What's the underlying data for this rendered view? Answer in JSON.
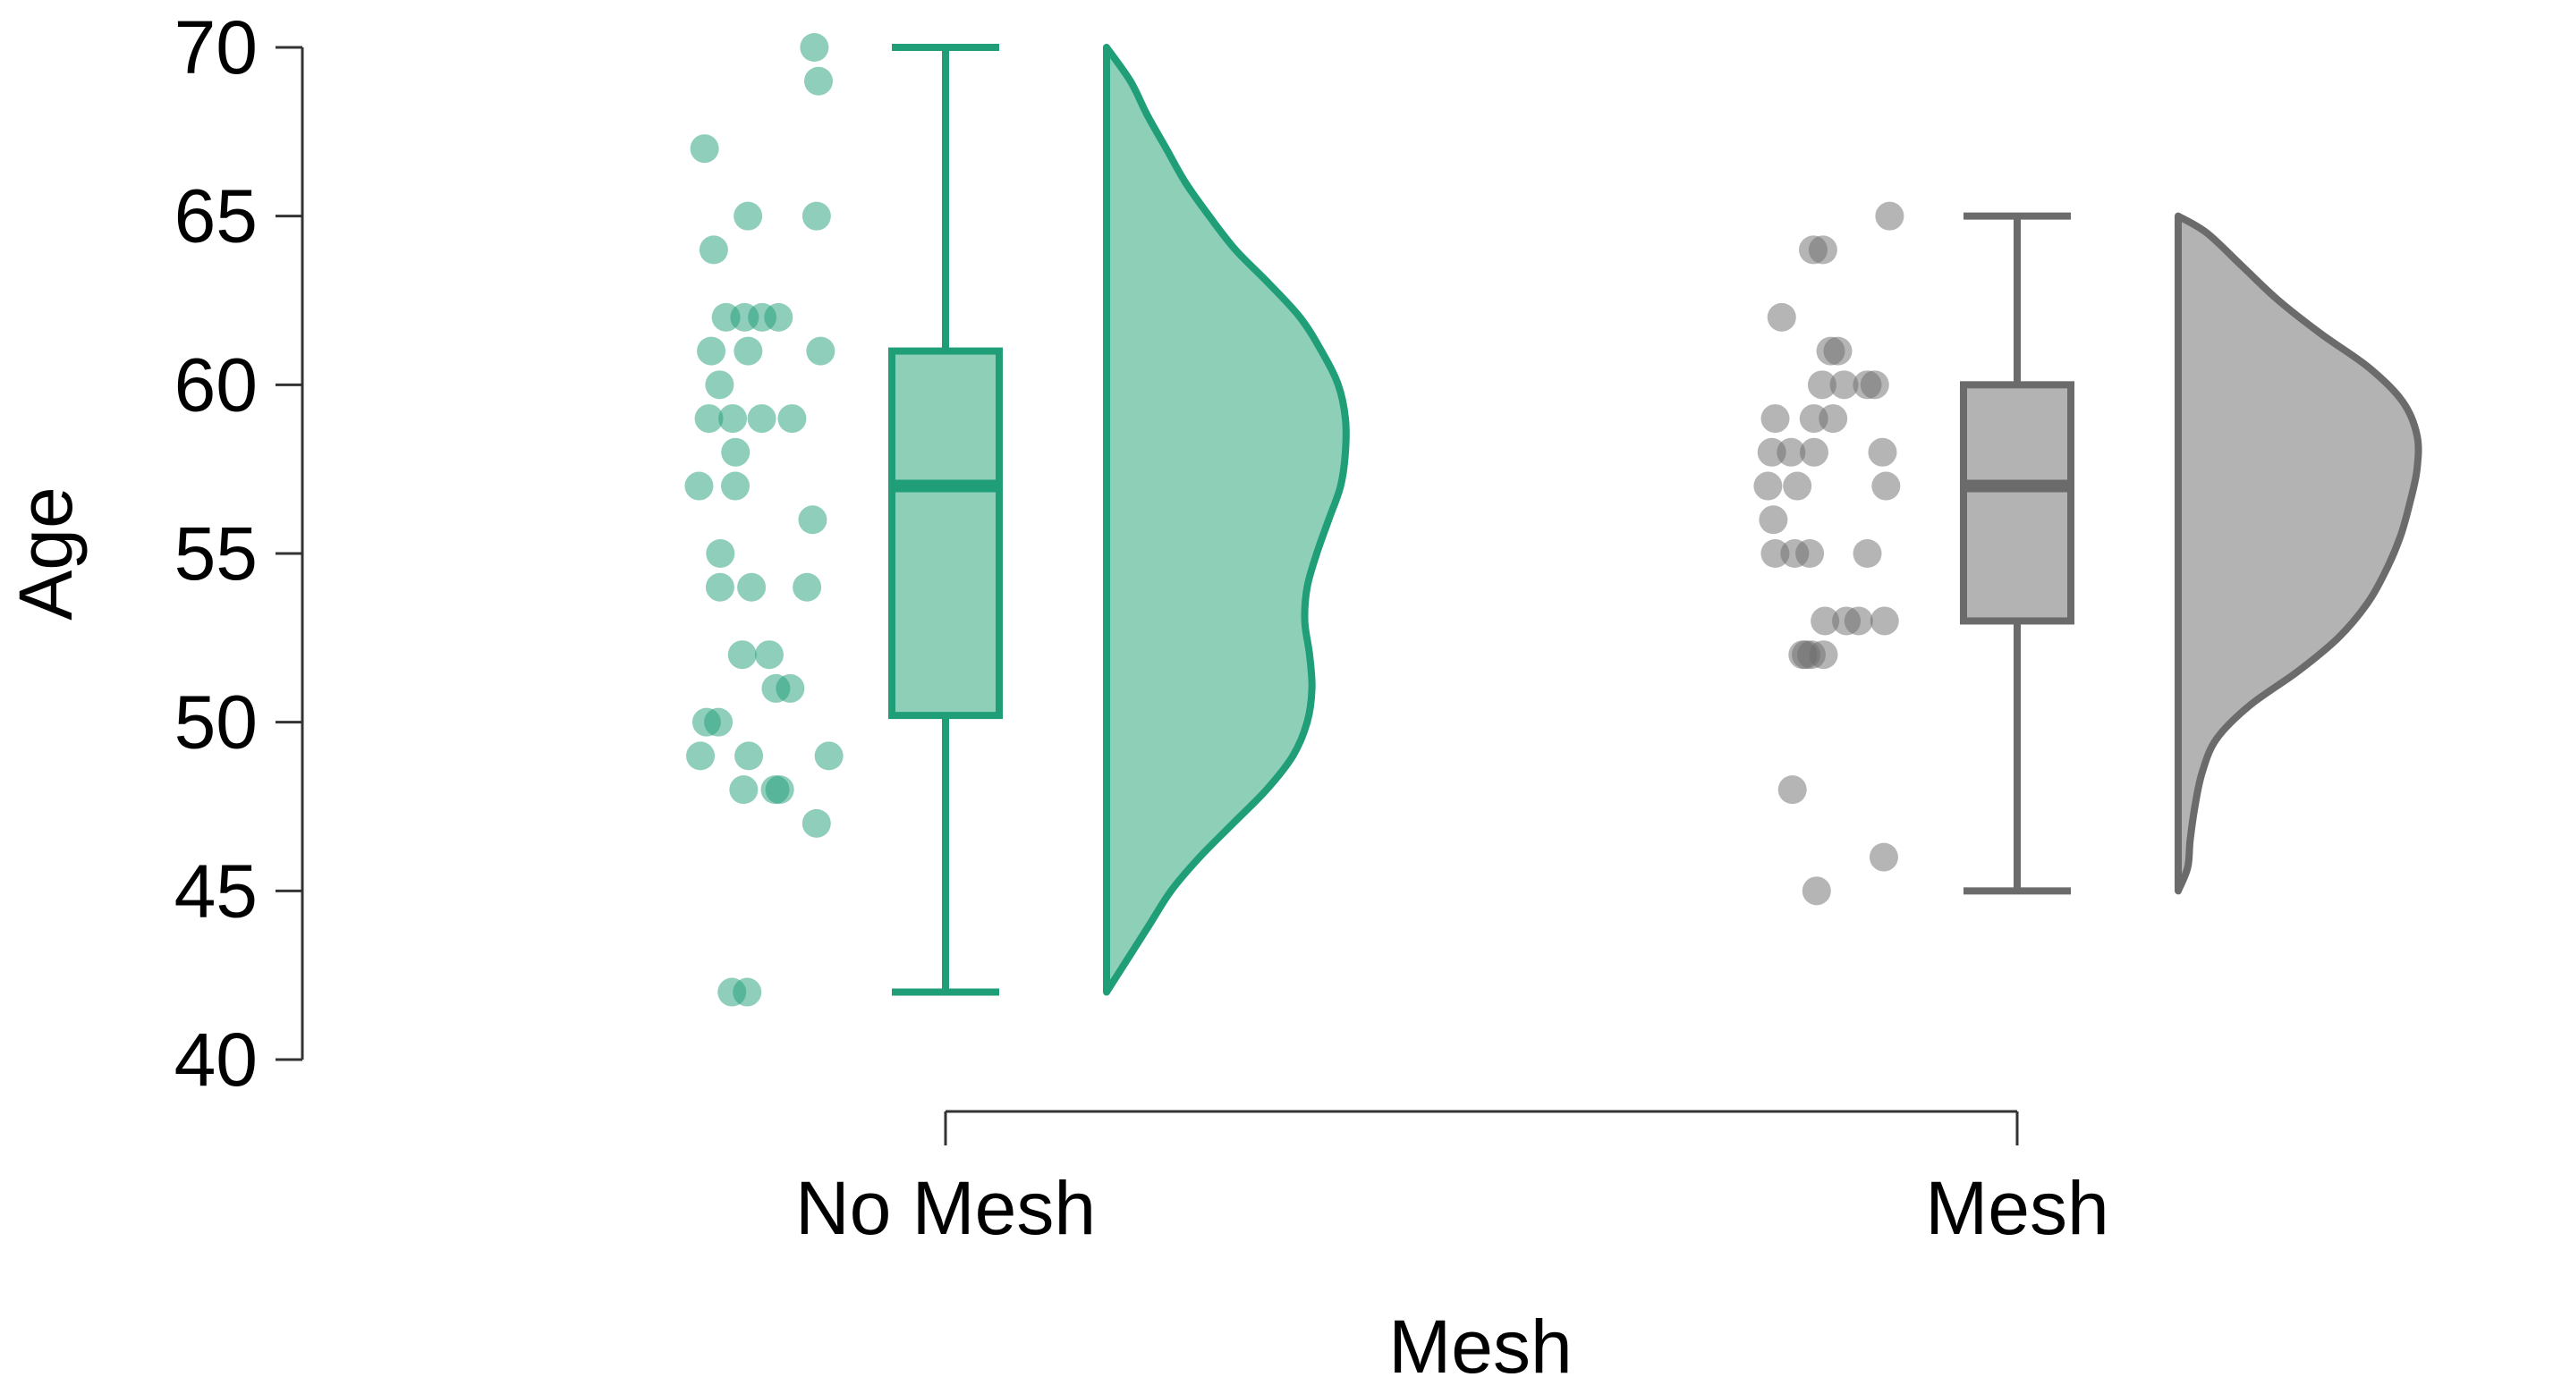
{
  "chart_data": {
    "type": "raincloud",
    "title": "",
    "xlabel": "Mesh",
    "ylabel": "Age",
    "ylim": [
      40,
      70
    ],
    "yticks": [
      40,
      45,
      50,
      55,
      60,
      65,
      70
    ],
    "grid": false,
    "legend": "none",
    "categories": [
      "No Mesh",
      "Mesh"
    ],
    "series": [
      {
        "category": "No Mesh",
        "color": "#1f9e78",
        "fill": "#8ecfb8",
        "box": {
          "min": 42,
          "q1": 50.2,
          "median": 57,
          "q3": 61,
          "max": 70
        },
        "points": [
          70,
          69,
          67,
          65,
          65,
          64,
          62,
          62,
          62,
          62,
          61,
          61,
          61,
          60,
          59,
          59,
          59,
          59,
          58,
          57,
          57,
          56,
          55,
          54,
          54,
          54,
          52,
          52,
          51,
          51,
          50,
          50,
          49,
          49,
          49,
          48,
          48,
          48,
          47,
          42,
          42
        ],
        "density": [
          [
            42,
            0.0
          ],
          [
            43,
            0.09
          ],
          [
            44,
            0.18
          ],
          [
            45,
            0.27
          ],
          [
            46,
            0.39
          ],
          [
            47,
            0.53
          ],
          [
            48,
            0.67
          ],
          [
            49,
            0.78
          ],
          [
            50,
            0.84
          ],
          [
            51,
            0.86
          ],
          [
            52,
            0.85
          ],
          [
            53,
            0.83
          ],
          [
            54,
            0.84
          ],
          [
            55,
            0.88
          ],
          [
            56,
            0.93
          ],
          [
            57,
            0.98
          ],
          [
            58,
            1.0
          ],
          [
            59,
            1.0
          ],
          [
            60,
            0.97
          ],
          [
            61,
            0.9
          ],
          [
            62,
            0.81
          ],
          [
            63,
            0.68
          ],
          [
            64,
            0.54
          ],
          [
            65,
            0.43
          ],
          [
            66,
            0.33
          ],
          [
            67,
            0.25
          ],
          [
            68,
            0.17
          ],
          [
            69,
            0.1
          ],
          [
            70,
            0.0
          ]
        ]
      },
      {
        "category": "Mesh",
        "color": "#6b6b6b",
        "fill": "#b3b3b3",
        "box": {
          "min": 45,
          "q1": 53,
          "median": 57,
          "q3": 60,
          "max": 65
        },
        "points": [
          65,
          64,
          64,
          62,
          61,
          61,
          60,
          60,
          60,
          60,
          59,
          59,
          59,
          58,
          58,
          58,
          58,
          57,
          57,
          57,
          56,
          55,
          55,
          55,
          55,
          53,
          53,
          53,
          53,
          52,
          52,
          52,
          52,
          48,
          46,
          45
        ],
        "density": [
          [
            45,
            0.0
          ],
          [
            45.7,
            0.04
          ],
          [
            46.5,
            0.05
          ],
          [
            47.5,
            0.07
          ],
          [
            48.5,
            0.1
          ],
          [
            49.5,
            0.16
          ],
          [
            50.5,
            0.3
          ],
          [
            51.5,
            0.5
          ],
          [
            52.5,
            0.67
          ],
          [
            53.5,
            0.79
          ],
          [
            54.5,
            0.87
          ],
          [
            55.5,
            0.93
          ],
          [
            56.5,
            0.97
          ],
          [
            57.5,
            1.0
          ],
          [
            58.5,
            1.0
          ],
          [
            59.5,
            0.94
          ],
          [
            60.5,
            0.8
          ],
          [
            61.5,
            0.6
          ],
          [
            62.5,
            0.42
          ],
          [
            63.5,
            0.27
          ],
          [
            64.5,
            0.12
          ],
          [
            65,
            0.0
          ]
        ]
      }
    ]
  }
}
